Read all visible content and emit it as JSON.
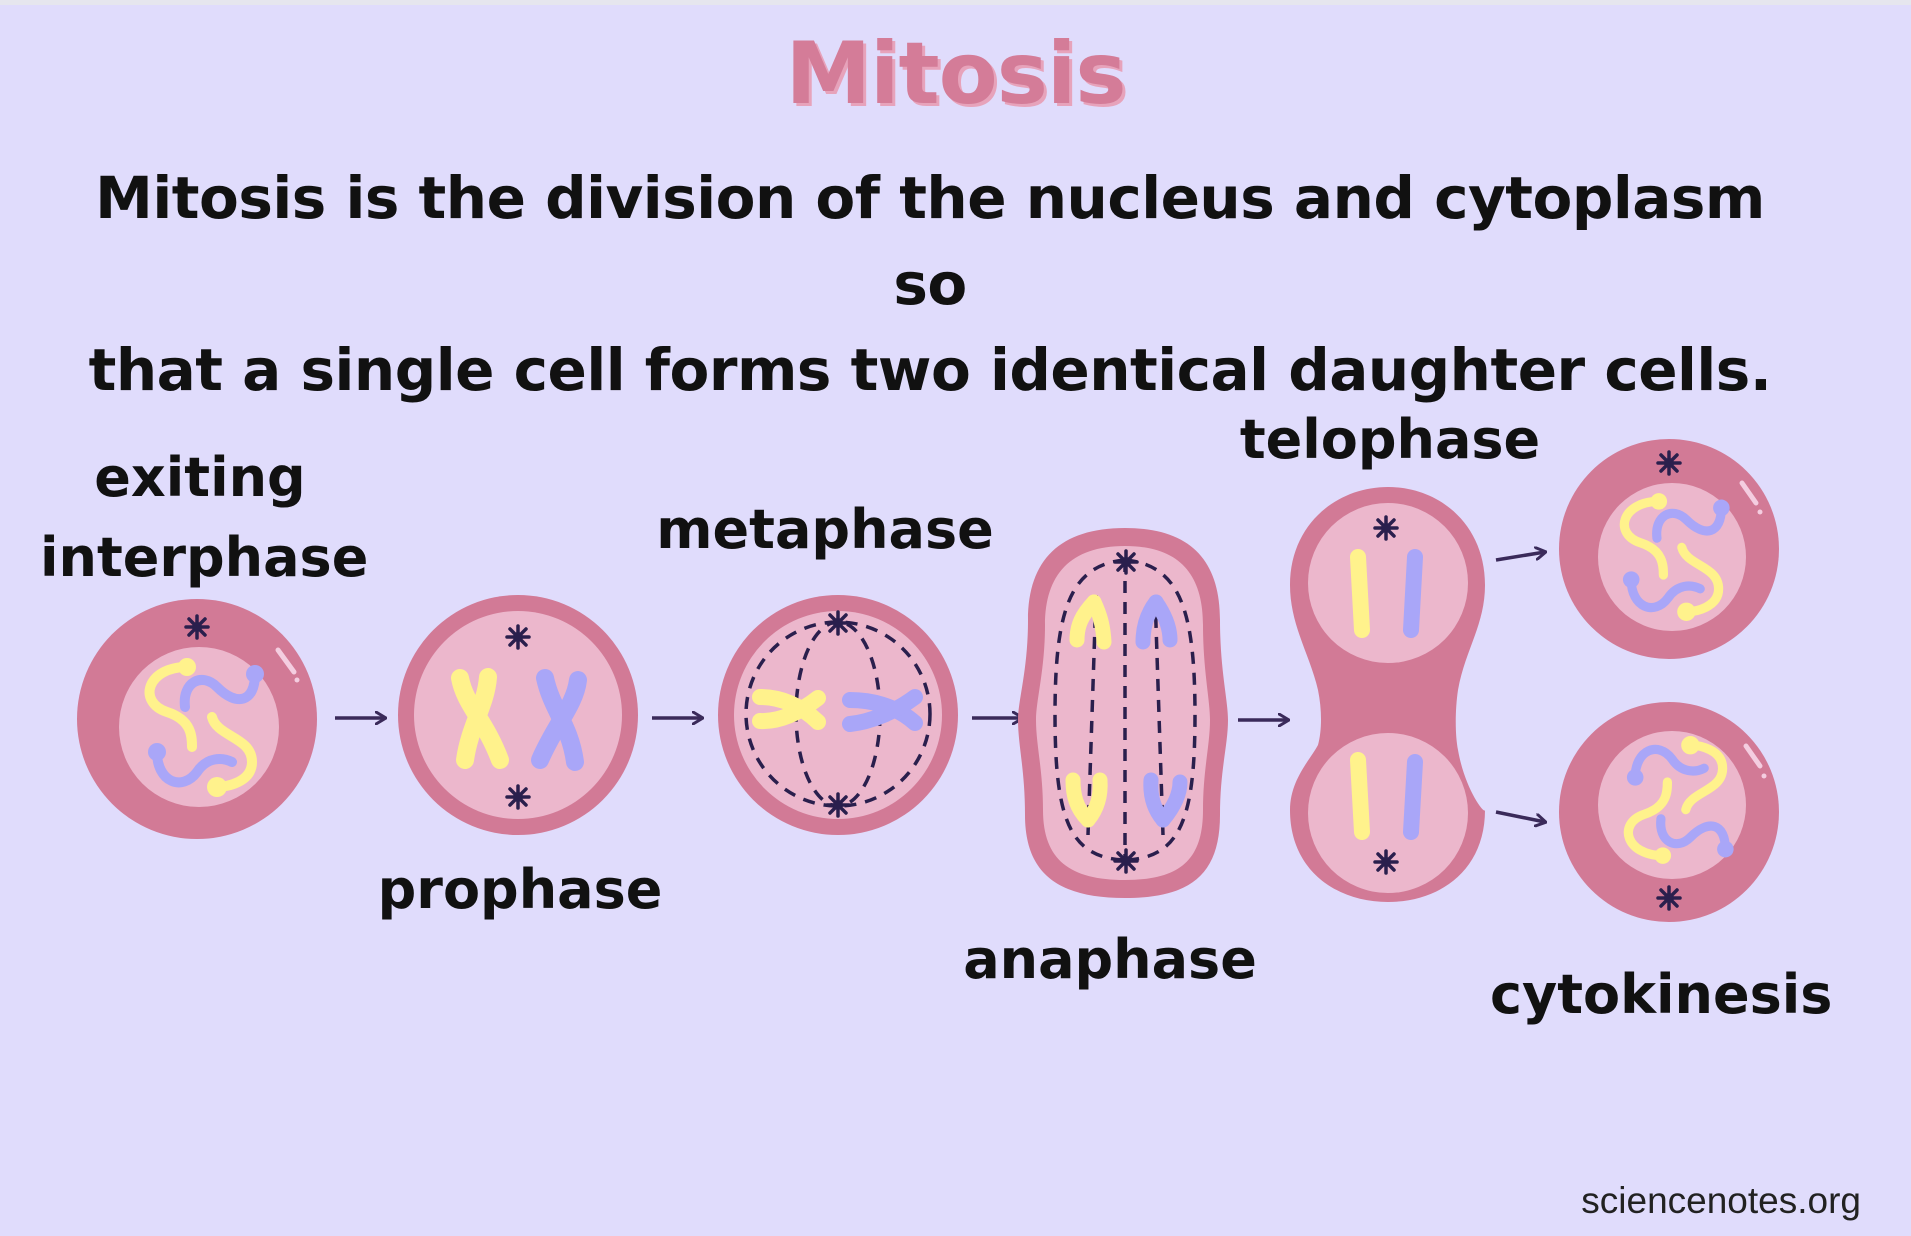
{
  "title": "Mitosis",
  "description": {
    "line1": "Mitosis is the division of the nucleus and cytoplasm so",
    "line2": "that a single cell forms two identical daughter cells."
  },
  "stages": [
    {
      "id": "exiting-interphase",
      "label_line1": "exiting",
      "label_line2": "interphase"
    },
    {
      "id": "prophase",
      "label": "prophase"
    },
    {
      "id": "metaphase",
      "label": "metaphase"
    },
    {
      "id": "anaphase",
      "label": "anaphase"
    },
    {
      "id": "telophase",
      "label": "telophase"
    },
    {
      "id": "cytokinesis",
      "label": "cytokinesis"
    }
  ],
  "credit": "sciencenotes.org",
  "colors": {
    "background": "#e0dcfc",
    "title": "#d47c98",
    "cell_wall": "#d27a96",
    "cytoplasm": "#ecb7cc",
    "chromosome_yellow": "#fff28c",
    "chromosome_blue": "#a9a6f8",
    "centrosome": "#2a1f4d",
    "arrow": "#3a2a5a"
  }
}
